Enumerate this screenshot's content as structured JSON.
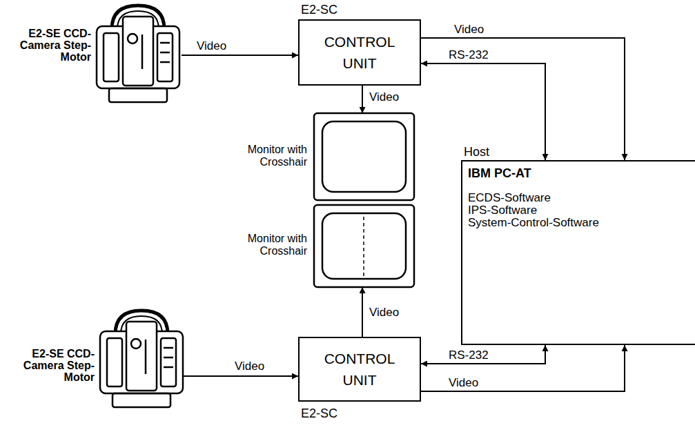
{
  "diagram": {
    "nodes": [
      {
        "text": [
          "E2-SE CCD-Camera Step-Motor"
        ]
      },
      {
        "text": [
          "E2-SC",
          "CONTROL UNIT"
        ]
      },
      {
        "text": [
          "Host",
          "IBM PC-AT",
          "ECDS-Software",
          "IPS-Software",
          "System-Control-Software"
        ]
      },
      {
        "text": [
          "Monitor with Crosshair"
        ]
      },
      {
        "text": [
          "Monitor with Crosshair"
        ]
      },
      {
        "text": [
          "E2-SE CCD-Camera Step-Motor"
        ]
      },
      {
        "text": [
          "CONTROL UNIT",
          "E2-SC"
        ]
      }
    ],
    "edges": [
      {
        "from": 0,
        "to": 1,
        "arrow": "to",
        "label": "Video"
      },
      {
        "from": 1,
        "to": 2,
        "arrow": "to",
        "label": "Video"
      },
      {
        "from": 1,
        "to": 2,
        "arrow": "both",
        "label": "RS-232"
      },
      {
        "from": 1,
        "to": 3,
        "arrow": "to",
        "label": "Video"
      },
      {
        "from": 5,
        "to": 6,
        "arrow": "to",
        "label": "Video"
      },
      {
        "from": 6,
        "to": 4,
        "arrow": "to",
        "label": "Video"
      },
      {
        "from": 6,
        "to": 2,
        "arrow": "both",
        "label": "RS-232"
      },
      {
        "from": 6,
        "to": 2,
        "arrow": "to",
        "label": "Video"
      }
    ]
  }
}
